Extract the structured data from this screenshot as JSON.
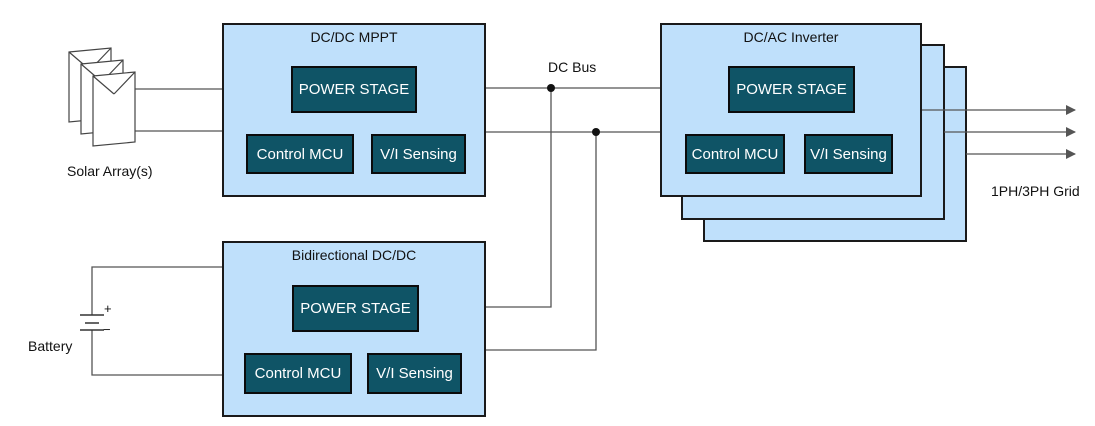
{
  "solar": {
    "label": "Solar Array(s)"
  },
  "mppt": {
    "title": "DC/DC MPPT",
    "power_stage": "POWER STAGE",
    "control": "Control MCU",
    "sensing": "V/I Sensing"
  },
  "bus": {
    "label": "DC Bus"
  },
  "inverter": {
    "title": "DC/AC Inverter",
    "power_stage": "POWER STAGE",
    "control": "Control MCU",
    "sensing": "V/I Sensing"
  },
  "grid": {
    "label": "1PH/3PH Grid"
  },
  "bidir": {
    "title": "Bidirectional DC/DC",
    "power_stage": "POWER STAGE",
    "control": "Control MCU",
    "sensing": "V/I Sensing"
  },
  "battery": {
    "label": "Battery",
    "plus": "+",
    "minus": "−"
  },
  "colors": {
    "block_fill": "#bfe0fb",
    "inner_fill": "#0f5466",
    "wire": "#555555"
  }
}
